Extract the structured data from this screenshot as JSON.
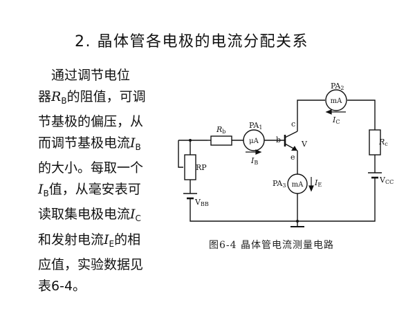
{
  "title": "2.  晶体管各电极的电流分配关系",
  "paragraph": {
    "l1": "通过调节电位",
    "l2a": "器",
    "l2b": "R",
    "l2c": "B",
    "l2d": "的阻值，可调",
    "l3": "节基极的偏压，从",
    "l4a": "而调节基极电流",
    "l4b": "I",
    "l4c": "B",
    "l5": "的大小。每取一个",
    "l6a": "I",
    "l6b": "B",
    "l6c": "值，从毫安表可",
    "l7a": "读取集电极电流",
    "l7b": "I",
    "l7c": "C",
    "l8a": "和发射电流",
    "l8b": "I",
    "l8c": "E",
    "l8d": "的相",
    "l9": "应值，实验数据见",
    "l10": "表6-4。"
  },
  "caption": "图6-4   晶体管电流测量电路",
  "circuit": {
    "pa2": "PA",
    "pa2_sub": "2",
    "pa2_unit": "mA",
    "ic": "I",
    "ic_sub": "C",
    "rc": "R",
    "rc_sub": "c",
    "vcc": "V",
    "vcc_sub": "CC",
    "rb": "R",
    "rb_sub": "b",
    "pa1": "PA",
    "pa1_sub": "1",
    "pa1_unit": "μA",
    "ib": "I",
    "ib_sub": "B",
    "b": "b",
    "c": "c",
    "e": "e",
    "v": "V",
    "rp": "RP",
    "vbb": "V",
    "vbb_sub": "BB",
    "pa3": "PA",
    "pa3_sub": "3",
    "pa3_unit": "mA",
    "ie": "I",
    "ie_sub": "E"
  }
}
